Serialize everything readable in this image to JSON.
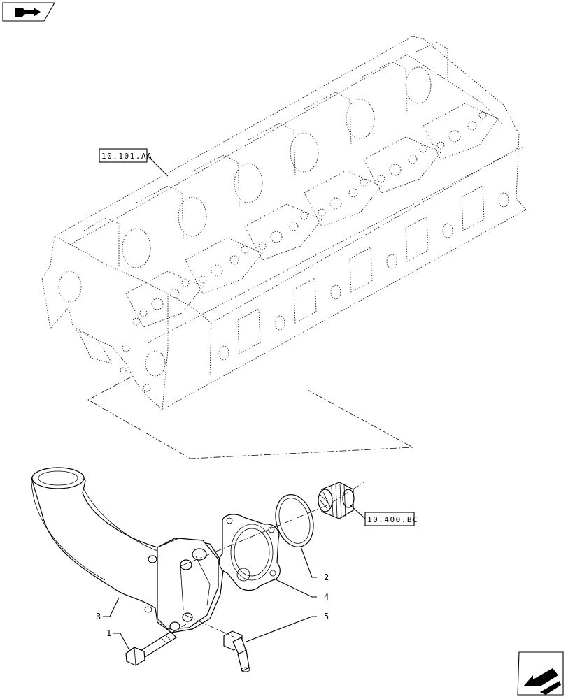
{
  "reference_labels": {
    "cylinder_head": "10.101.AA",
    "thermostat": "10.400.BC"
  },
  "callouts": {
    "c1": "1",
    "c2": "2",
    "c3": "3",
    "c4": "4",
    "c5": "5"
  },
  "icons": {
    "top_left": "book-arrow-icon",
    "bottom_right": "next-page-arrow-icon"
  }
}
